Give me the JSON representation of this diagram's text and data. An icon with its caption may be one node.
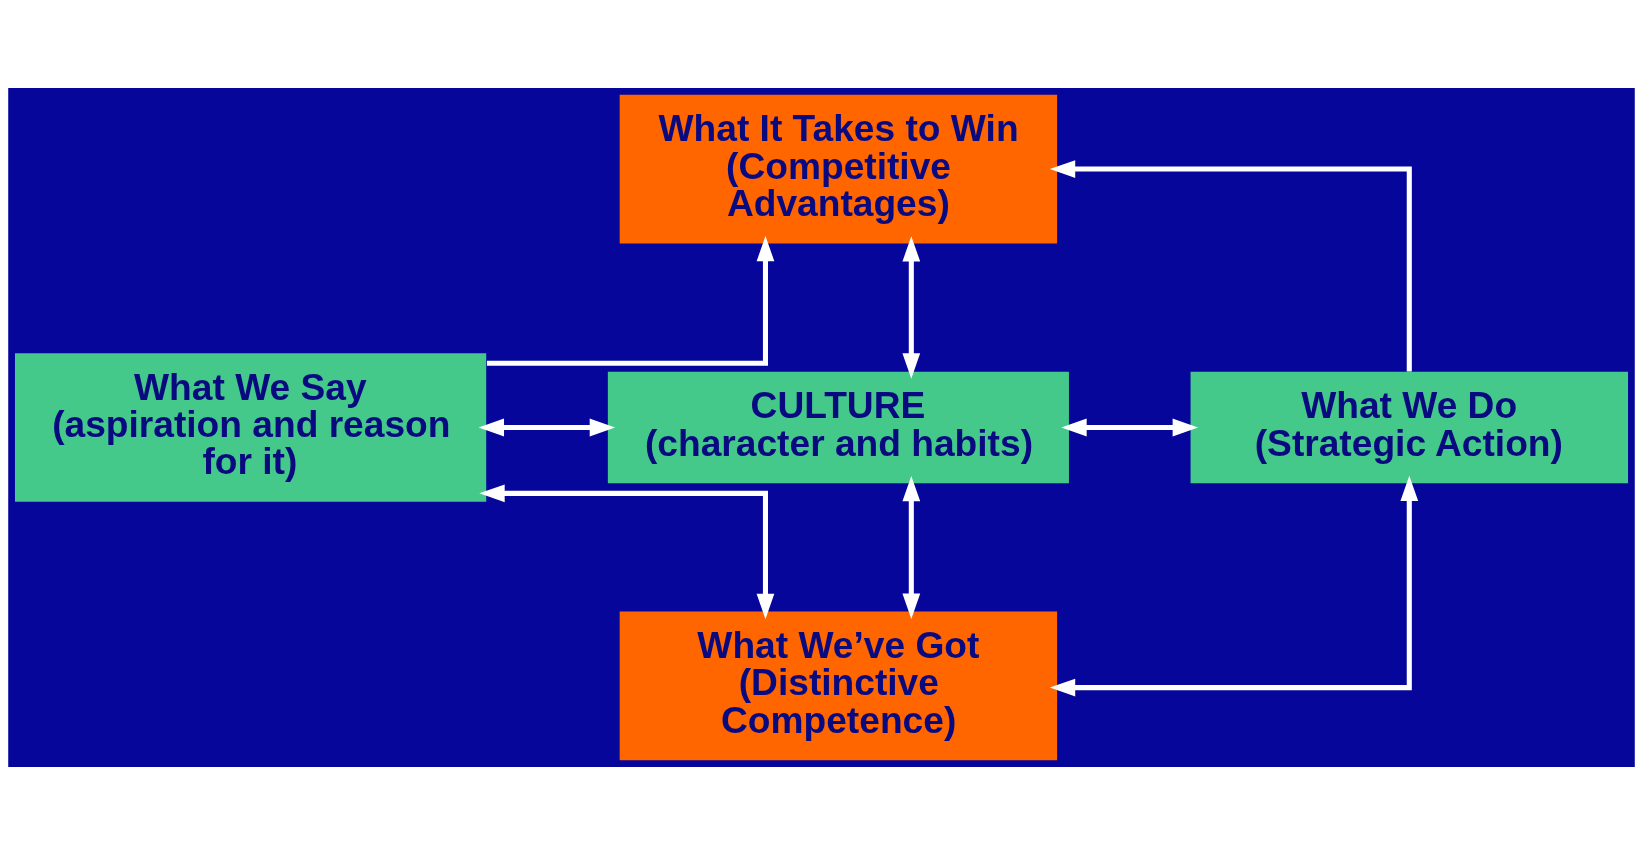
{
  "diagram": {
    "nodes": [
      {
        "text": [
          "What It Takes to Win (Competitive Advantages)"
        ]
      },
      {
        "text": [
          "What We Say (aspiration and reason for it)"
        ]
      },
      {
        "text": [
          "CULTURE",
          "(character and habits)"
        ]
      },
      {
        "text": [
          "What We Do",
          "(Strategic Action)"
        ]
      },
      {
        "text": [
          "What We’ve Got (Distinctive Competence)"
        ]
      }
    ],
    "edges": [
      {
        "from": 1,
        "to": 0,
        "arrow": "to"
      },
      {
        "from": 3,
        "to": 0,
        "arrow": "to"
      },
      {
        "from": 0,
        "to": 2,
        "arrow": "both"
      },
      {
        "from": 1,
        "to": 2,
        "arrow": "both"
      },
      {
        "from": 2,
        "to": 3,
        "arrow": "both"
      },
      {
        "from": 2,
        "to": 4,
        "arrow": "both"
      },
      {
        "from": 1,
        "to": 4,
        "arrow": "both"
      },
      {
        "from": 3,
        "to": 4,
        "arrow": "both"
      }
    ]
  }
}
